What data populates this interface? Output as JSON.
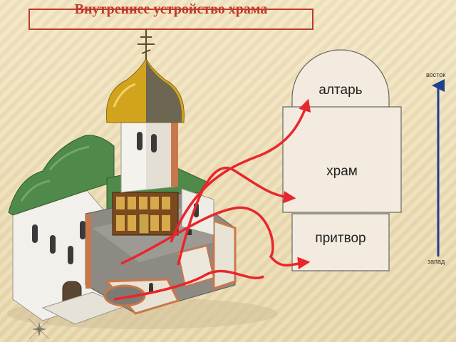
{
  "title": "Внутреннее устройство храма",
  "zones": {
    "altar": "алтарь",
    "temple": "храм",
    "narthex": "притвор"
  },
  "axis": {
    "top": "восток",
    "bottom": "запад"
  },
  "colors": {
    "title": "#c0392b",
    "arrows": "#e8262c",
    "axis": "#1f3f8f",
    "plan_fill": "#f3ebdf",
    "plan_stroke": "#666666"
  },
  "icons": [
    "church-cutaway-illustration",
    "compass-rose-icon"
  ]
}
